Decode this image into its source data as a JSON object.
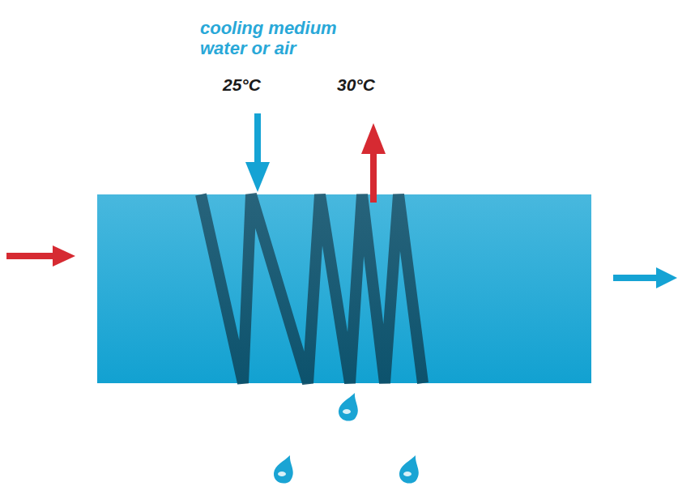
{
  "diagram": {
    "labels": [
      "cooling medium water or air",
      "25°C",
      "30°C"
    ]
  }
}
